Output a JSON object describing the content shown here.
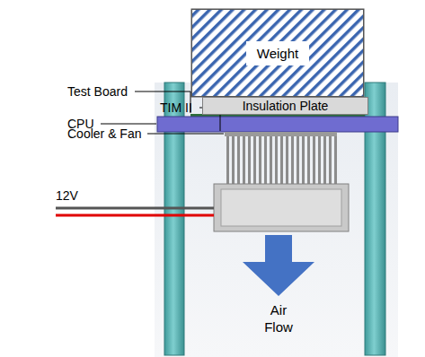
{
  "diagram": {
    "nodes": [
      {
        "text": [
          "Weight"
        ]
      },
      {
        "text": [
          "Insulation Plate"
        ]
      }
    ],
    "labels": [
      "Test Board",
      "CPU",
      "TIM II",
      "Cooler & Fan",
      "12V",
      "Air Flow"
    ]
  }
}
